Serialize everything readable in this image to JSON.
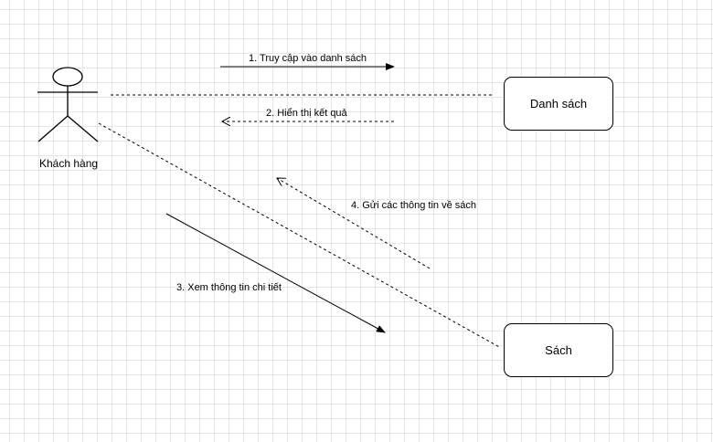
{
  "diagram": {
    "actor": {
      "label": "Khách hàng"
    },
    "nodes": {
      "list": "Danh sách",
      "book": "Sách"
    },
    "messages": {
      "m1": "1. Truy cập vào danh sách",
      "m2": "2. Hiển thị kết quả",
      "m3": "3. Xem thông tin chi tiết",
      "m4": "4. Gửi các thông tin về sách"
    },
    "colors": {
      "line": "#000000",
      "background": "#ffffff",
      "grid": "#e6e6e6"
    }
  }
}
